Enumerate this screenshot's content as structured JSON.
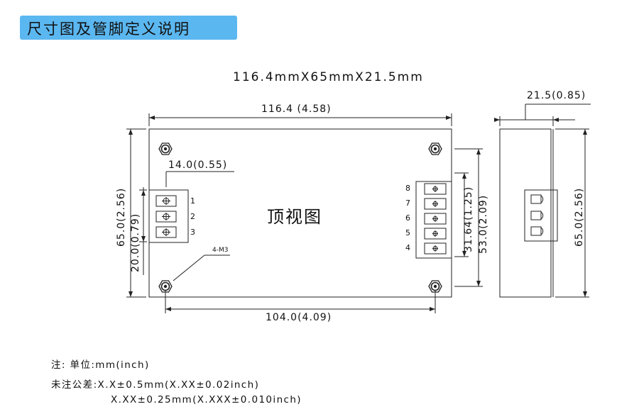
{
  "header": {
    "title": "尺寸图及管脚定义说明"
  },
  "drawing": {
    "overall_size": "116.4mmX65mmX21.5mm",
    "top_view_label": "顶视图",
    "dims": {
      "length_top": "116.4 (4.58)",
      "mount_span": "104.0(4.09)",
      "height_left": "65.0(2.56)",
      "height_right": "65.0(2.56)",
      "terminal_pitch_left": "20.0(0.79)",
      "terminal_offset": "14.0(0.55)",
      "pins_span_right": "31.64(1.25)",
      "mount_vertical": "53.0(2.09)",
      "thickness": "21.5(0.85)"
    },
    "screw_label": "4-M3",
    "left_pins": [
      "1",
      "2",
      "3"
    ],
    "right_pins": [
      "8",
      "7",
      "6",
      "5",
      "4"
    ]
  },
  "notes": {
    "unit_line": "注:  单位:mm(inch)",
    "tol_line1": "未注公差:X.X±0.5mm(X.XX±0.02inch)",
    "tol_line2": "X.XX±0.25mm(X.XXX±0.010inch)"
  }
}
